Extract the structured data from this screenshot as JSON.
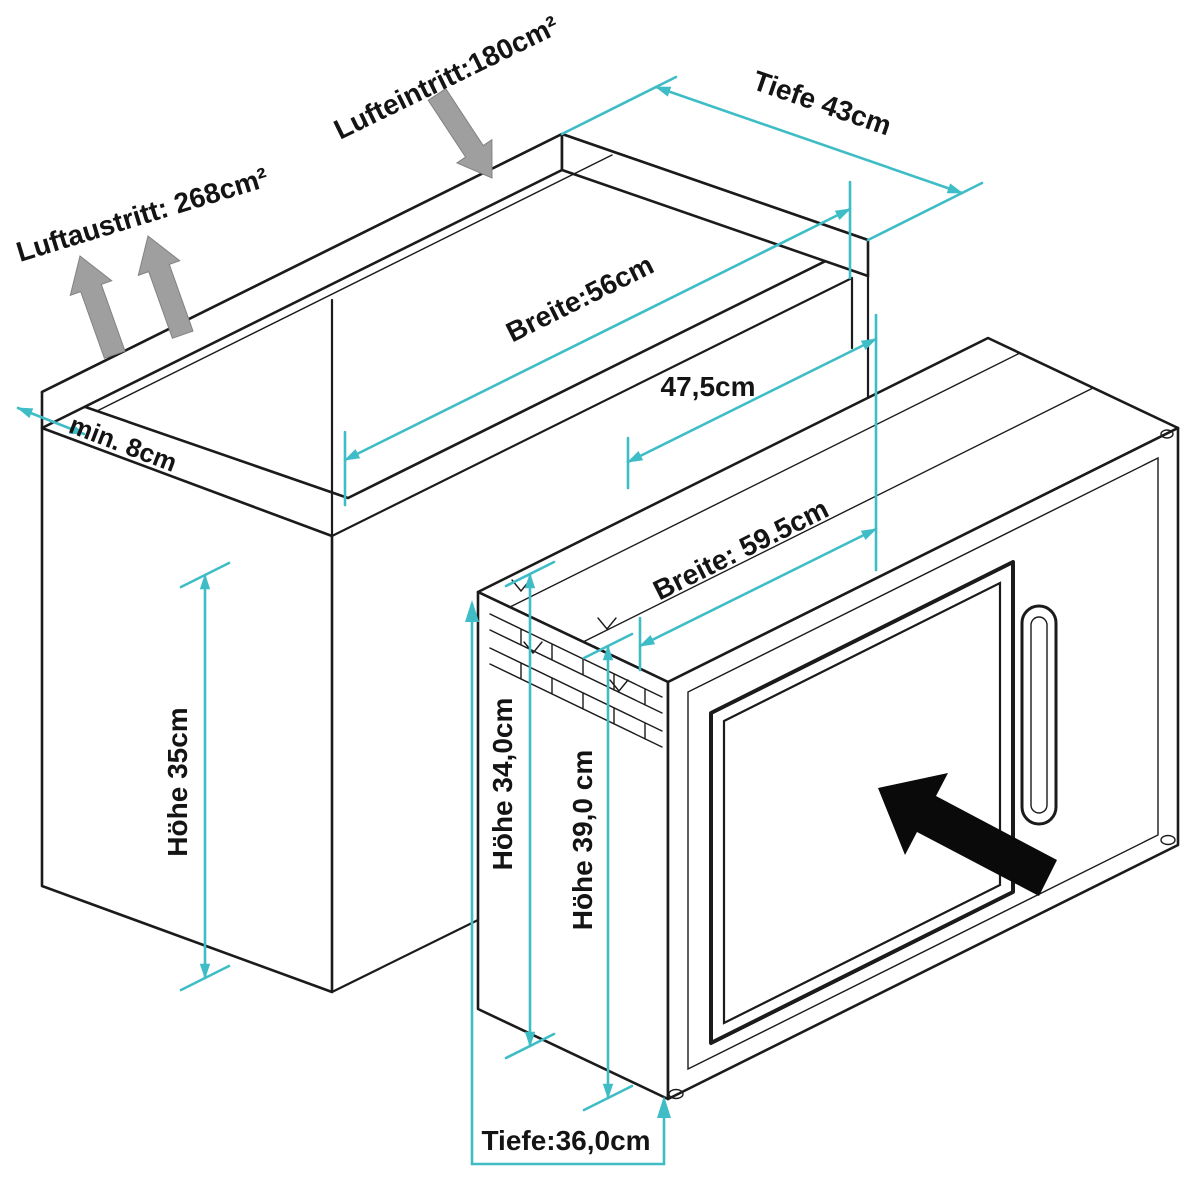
{
  "colors": {
    "outline": "#1b1b1b",
    "dimension": "#3fbdc6",
    "airflow_arrow": "#9f9f9f",
    "direction_arrow": "#0a0a0a",
    "background": "#ffffff"
  },
  "labels": {
    "air_inlet": "Lufteintritt:180cm²",
    "air_outlet": "Luftaustritt: 268cm²",
    "depth_top": "Tiefe 43cm",
    "width_cabinet": "Breite:56cm",
    "niche_width": "47,5cm",
    "min_clearance": "min. 8cm",
    "height_cabinet": "Höhe 35cm",
    "width_microwave": "Breite: 59.5cm",
    "height_inner": "Höhe 34,0cm",
    "height_outer": "Höhe 39,0 cm",
    "depth_microwave": "Tiefe:36,0cm"
  }
}
